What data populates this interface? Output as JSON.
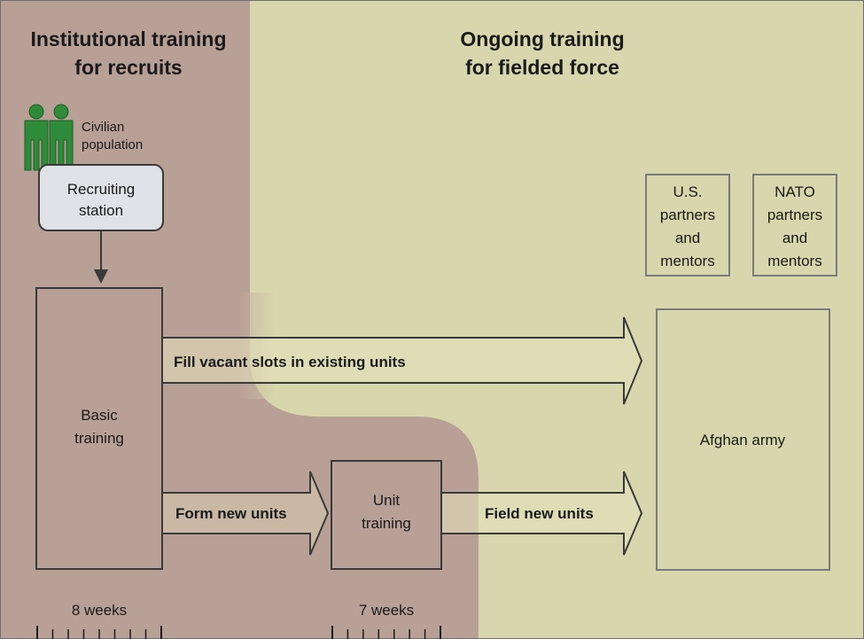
{
  "headers": {
    "left": [
      "Institutional training",
      "for recruits"
    ],
    "right": [
      "Ongoing training",
      "for fielded force"
    ]
  },
  "civilian_label": [
    "Civilian",
    "population"
  ],
  "recruiting_station": [
    "Recruiting",
    "station"
  ],
  "basic_training": [
    "Basic",
    "training"
  ],
  "unit_training": [
    "Unit",
    "training"
  ],
  "us_partners": [
    "U.S.",
    "partners",
    "and",
    "mentors"
  ],
  "nato_partners": [
    "NATO",
    "partners",
    "and",
    "mentors"
  ],
  "afghan_army": "Afghan army",
  "arrows": {
    "fill_vacant": "Fill vacant slots in existing units",
    "form_new": "Form new units",
    "field_new": "Field new units"
  },
  "durations": {
    "basic": "8 weeks",
    "unit": "7 weeks"
  },
  "colors": {
    "institutional_bg": "#b9a096",
    "ongoing_bg": "#d8d6ac",
    "person": "#2e8b3a",
    "box_border": "#7a7a7a",
    "station_fill": "#dfe2e6",
    "arrow_fill": "#e5e4bf"
  }
}
